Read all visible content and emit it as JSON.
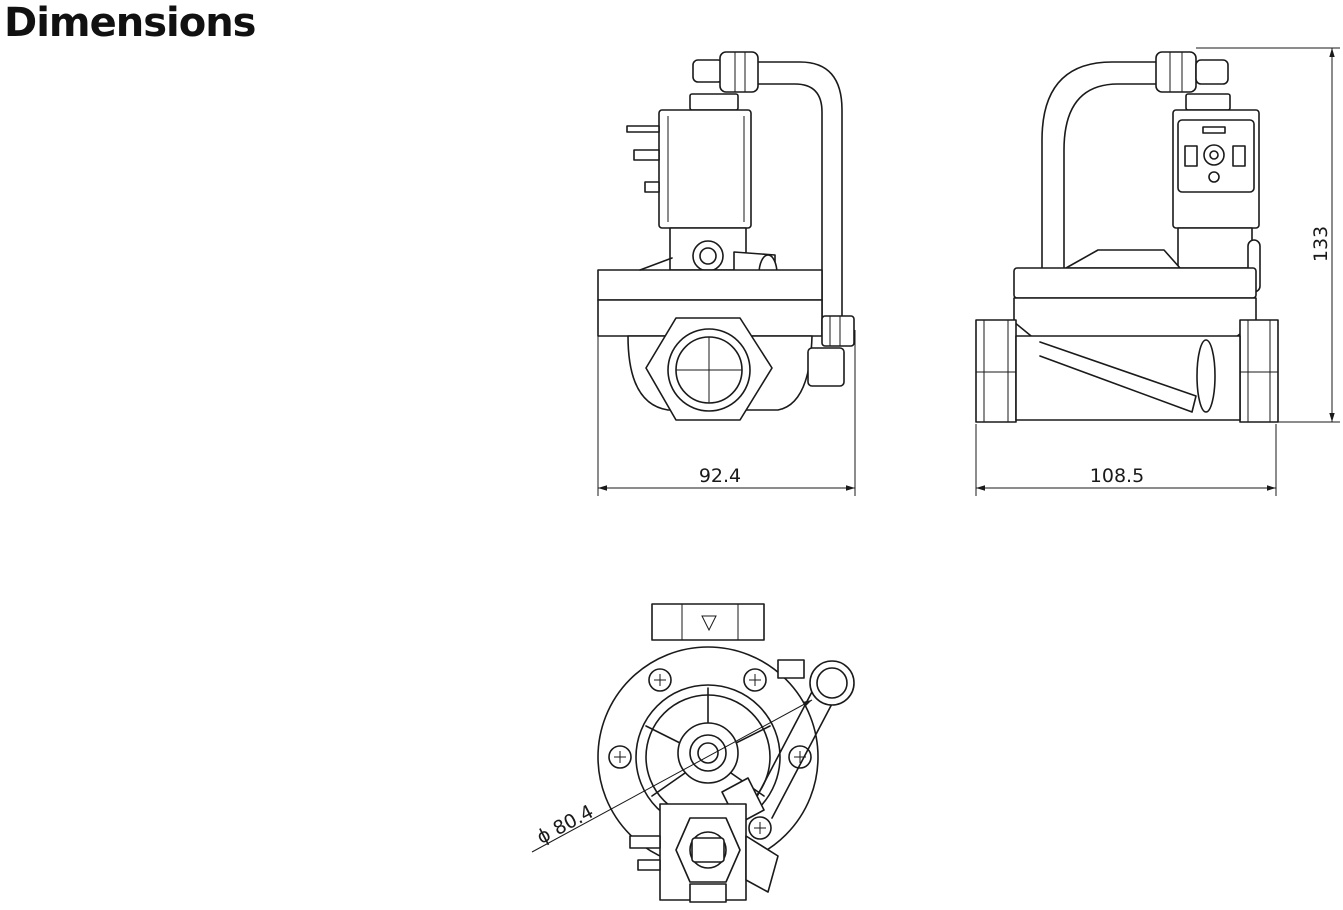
{
  "title": "Dimensions",
  "dimensions": {
    "front_width": "92.4",
    "side_width": "108.5",
    "height": "133",
    "diameter": "ϕ 80.4"
  },
  "views": [
    "front-view",
    "side-view",
    "top-view"
  ]
}
